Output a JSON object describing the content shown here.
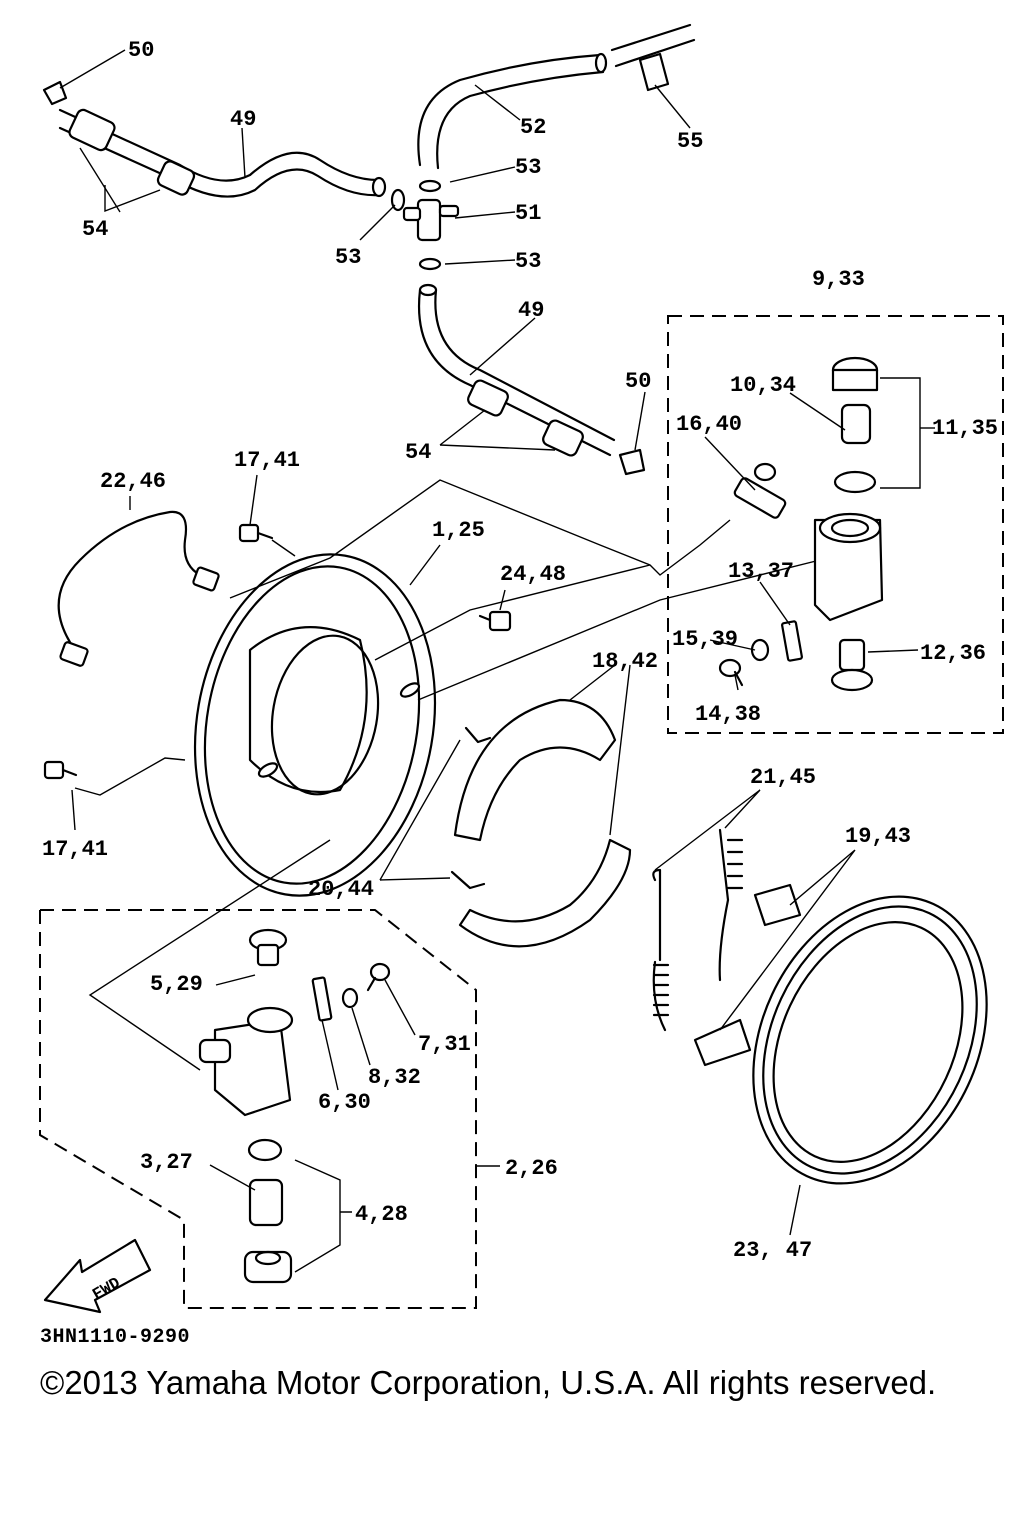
{
  "callouts": {
    "c50a": "50",
    "c49a": "49",
    "c52": "52",
    "c55": "55",
    "c53a": "53",
    "c51": "51",
    "c53b": "53",
    "c53c": "53",
    "c54a": "54",
    "c49b": "49",
    "c933": "9,33",
    "c50b": "50",
    "c1034": "10,34",
    "c1135": "11,35",
    "c1640": "16,40",
    "c54b": "54",
    "c1741a": "17,41",
    "c2246": "22,46",
    "c125": "1,25",
    "c2448": "24,48",
    "c1337": "13,37",
    "c1539": "15,39",
    "c1236": "12,36",
    "c1438": "14,38",
    "c1842": "18,42",
    "c2145": "21,45",
    "c1943": "19,43",
    "c1741b": "17,41",
    "c2044": "20,44",
    "c529": "5,29",
    "c731": "7,31",
    "c832": "8,32",
    "c630": "6,30",
    "c226": "2,26",
    "c327": "3,27",
    "c428": "4,28",
    "c2347": "23, 47",
    "fwd": "FWD"
  },
  "footer": {
    "diagram_code": "3HN1110-9290",
    "copyright": "©2013 Yamaha Motor Corporation, U.S.A. All rights reserved."
  }
}
